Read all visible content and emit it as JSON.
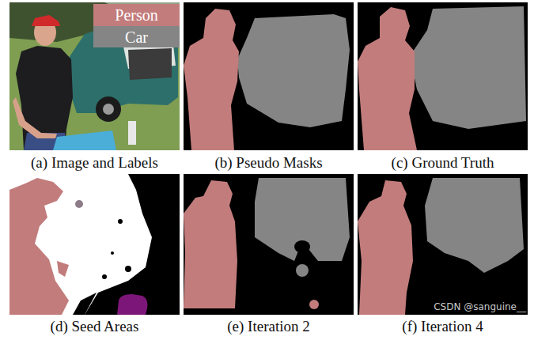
{
  "diagram": {
    "nodes": [
      {
        "text": [
          "(a) Image and Labels"
        ]
      },
      {
        "text": [
          "(b) Pseudo Masks"
        ]
      },
      {
        "text": [
          "(c) Ground Truth"
        ]
      },
      {
        "text": [
          "(d) Seed Areas"
        ]
      },
      {
        "text": [
          "(e) Iteration 2"
        ]
      },
      {
        "text": [
          "(f) Iteration 4"
        ]
      }
    ],
    "labels": [
      "CSDN @sanguine__"
    ],
    "legend": [
      {
        "text": "Person",
        "color": "#c27c7c"
      },
      {
        "text": "Car",
        "color": "#858585"
      }
    ]
  }
}
